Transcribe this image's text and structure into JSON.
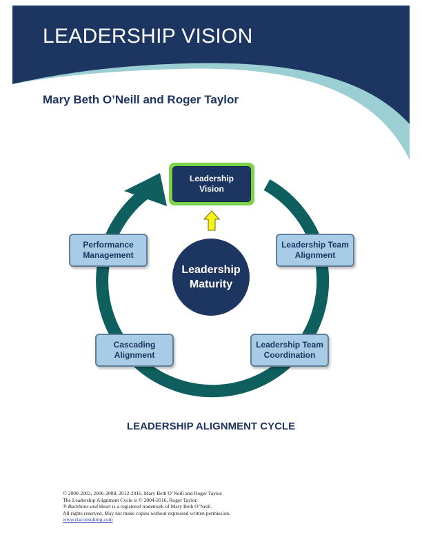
{
  "header": {
    "title": "LEADERSHIP VISION",
    "authors": "Mary Beth O’Neill and Roger Taylor",
    "band_color": "#1d3561",
    "swoosh_color": "#9ccfd3"
  },
  "diagram": {
    "center": "Leadership\nMaturity",
    "nodes": [
      "Leadership\nVision",
      "Leadership Team\nAlignment",
      "Leadership Team\nCoordination",
      "Cascading\nAlignment",
      "Performance\nManagement"
    ],
    "caption": "LEADERSHIP ALIGNMENT CYCLE",
    "colors": {
      "cycle_arrow": "#0f5f5f",
      "node_fill": "#a8cbe6",
      "vision_border": "#7cd34a",
      "center_fill": "#1d3561",
      "up_arrow": "#f7f21a"
    }
  },
  "footer": {
    "line1": "© 2000-2003, 2006-2008, 2012-2016.  Mary Beth O’Neill and Roger Taylor.",
    "line2": "The Leadership Alignment Cycle is © 2004-2016, Roger Taylor.",
    "line3_prefix": "® ",
    "line3_italic": "Backbone and",
    "line3_suffix": " Heart is a registered trademark of Mary Beth O’Neill.",
    "line4": "All rights reserved.  May not make copies without expressed written permission.",
    "link": "www.rtaconsulting.com"
  }
}
